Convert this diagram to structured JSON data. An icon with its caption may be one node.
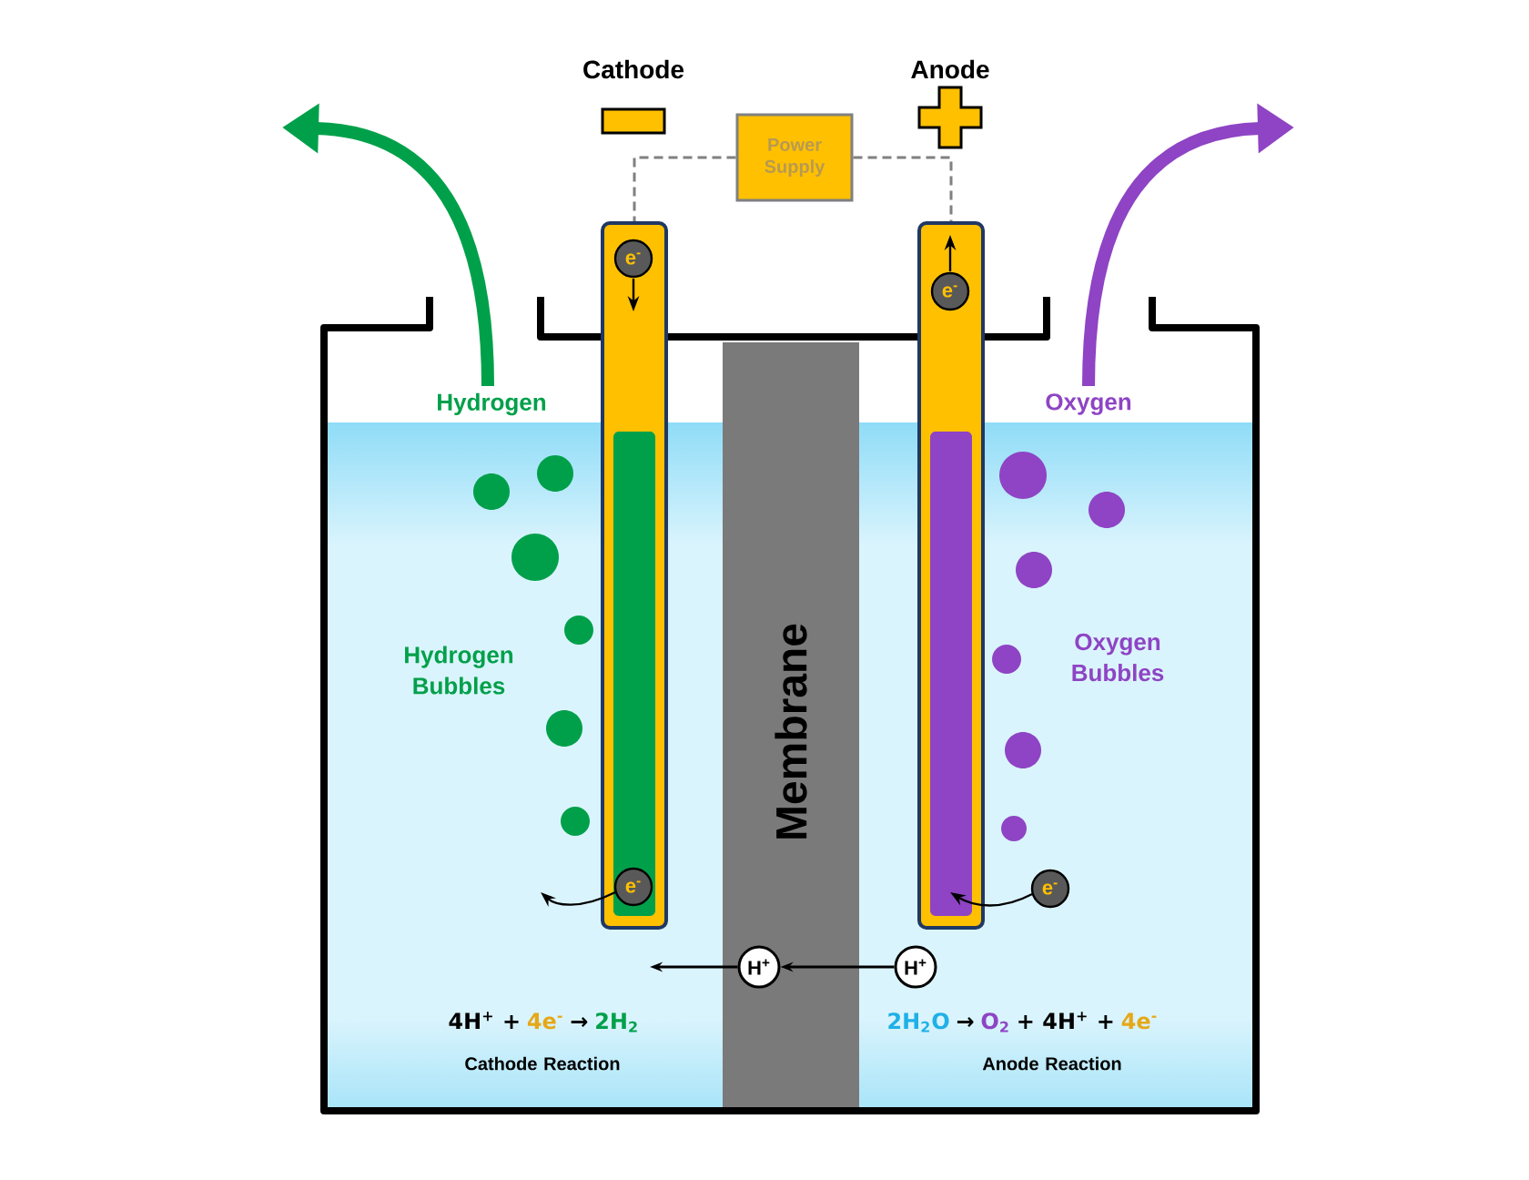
{
  "diagram": {
    "nodes": [
      {
        "text": [
          "Power Supply"
        ]
      },
      {
        "text": [],
        "shape": "bar"
      },
      {
        "text": [],
        "shape": "bar"
      },
      {
        "text": [
          "Membrane"
        ]
      },
      {
        "text": [
          "H$^{+}$"
        ],
        "in": 3
      },
      {
        "text": [
          "H$^{+}$"
        ]
      }
    ],
    "edges": [
      {
        "from": 0,
        "to": 1,
        "arrow": "none",
        "style": "dashed",
        "color": "#808080"
      },
      {
        "from": 0,
        "to": 2,
        "arrow": "none",
        "style": "dashed",
        "color": "#808080"
      },
      {
        "from": 5,
        "to": 4,
        "arrow": "to",
        "color": "#000000"
      },
      {
        "from": 4,
        "to": null,
        "arrow": "to",
        "color": "#000000"
      }
    ],
    "labels": [
      "Cathode",
      "Anode",
      "e$^{-}$",
      "e$^{-}$",
      "Hydrogen",
      "Oxygen",
      "Hydrogen Bubbles",
      "Oxygen Bubbles",
      "e$^{-}$",
      "e$^{-}$",
      "4H$^{+}$ +",
      "4e$^{-}$",
      "→",
      "2H$_{2}$",
      "2H$_{2}$O",
      "→",
      "O$_{2}$",
      "+ 4H$^{+}$ +",
      "4e$^{-}$",
      "Cathode Reaction",
      "Anode Reaction"
    ]
  }
}
